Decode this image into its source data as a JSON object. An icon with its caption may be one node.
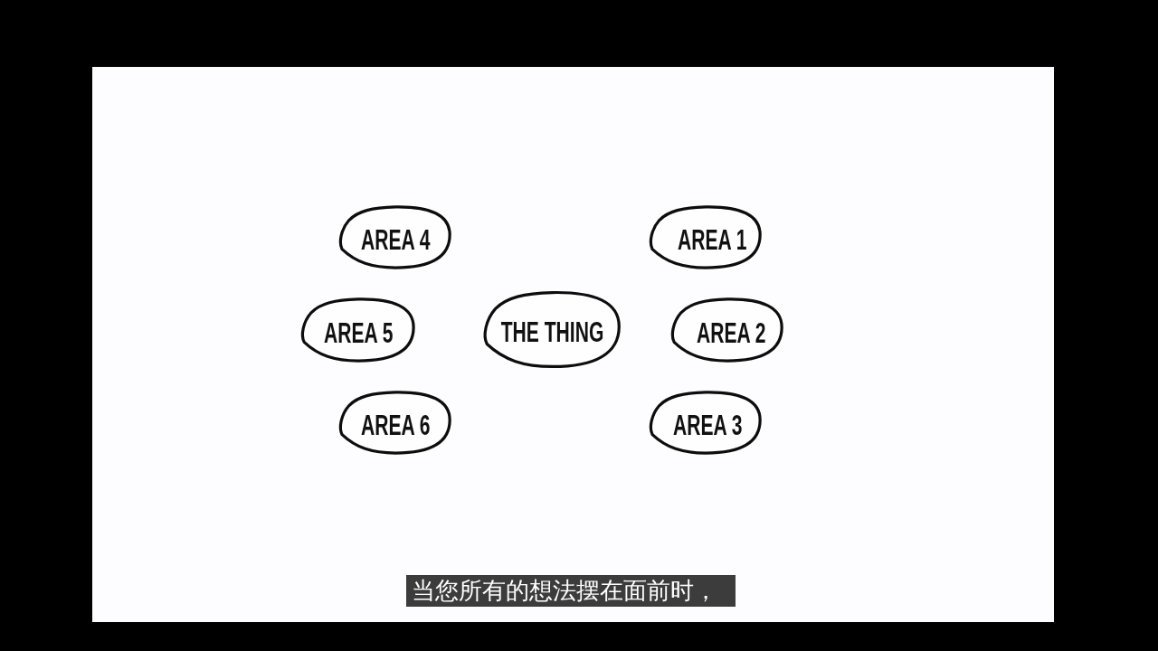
{
  "diagram": {
    "nodes": [
      {
        "text": [
          "AREA 4"
        ]
      },
      {
        "text": [
          "AREA 1"
        ]
      },
      {
        "text": [
          "AREA 5"
        ]
      },
      {
        "text": [
          "THE THING"
        ]
      },
      {
        "text": [
          "AREA 2"
        ]
      },
      {
        "text": [
          "AREA 6"
        ]
      },
      {
        "text": [
          "AREA 3"
        ]
      }
    ],
    "labels": [
      "当您所有的想法摆在面前时，"
    ]
  }
}
